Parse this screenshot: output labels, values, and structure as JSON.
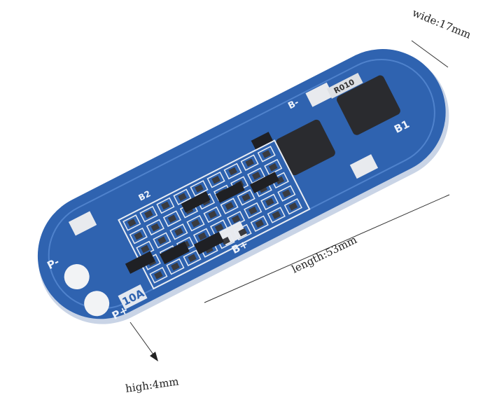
{
  "dimensions": {
    "width": "wide:17mm",
    "length": "length:53mm",
    "height": "high:4mm"
  },
  "board": {
    "color": "#2f63b0",
    "silkscreen": {
      "current_rating": "10A",
      "b_plus": "B+",
      "b_minus": "B-",
      "b1": "B1",
      "b2": "B2",
      "p_minus": "P-",
      "p_plus": "P+",
      "resistor": "R010"
    }
  }
}
